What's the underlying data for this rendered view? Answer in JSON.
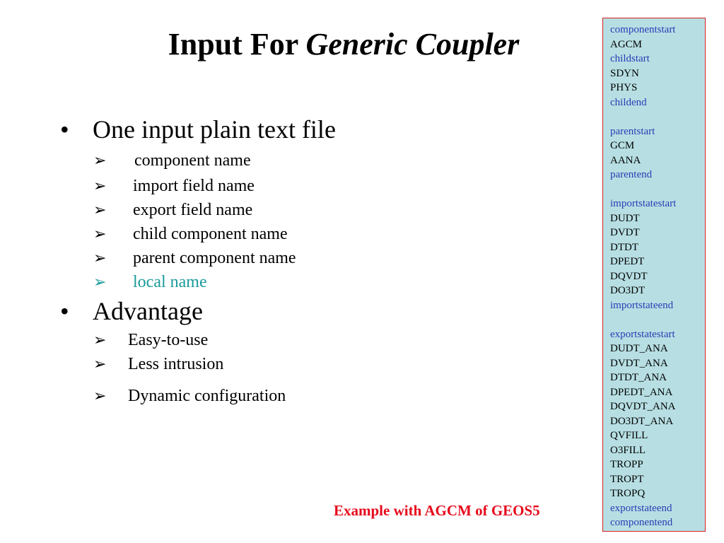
{
  "title": {
    "normal": "Input For ",
    "italic": "Generic Coupler"
  },
  "bullets": [
    {
      "text": "One input plain text file",
      "items": [
        "component name",
        "import field name",
        "export field name",
        "child component name",
        "parent component name",
        "local name"
      ]
    },
    {
      "text": "Advantage",
      "items": [
        "Easy-to-use",
        "Less intrusion",
        "Dynamic configuration"
      ]
    }
  ],
  "bullet_glyph": "•",
  "arrow_glyph": "➢",
  "accent_color": "#1b9a9b",
  "example_caption": "Example with AGCM of GEOS5",
  "config_file": {
    "lines": [
      "componentstart",
      "AGCM",
      "childstart",
      "SDYN",
      "PHYS",
      "childend",
      "",
      "parentstart",
      "GCM",
      "AANA",
      "parentend",
      "",
      "importstatestart",
      "DUDT",
      "DVDT",
      "DTDT",
      "DPEDT",
      "DQVDT",
      "DO3DT",
      "importstateend",
      "",
      "exportstatestart",
      "DUDT_ANA",
      "DVDT_ANA",
      "DTDT_ANA",
      "DPEDT_ANA",
      "DQVDT_ANA",
      "DO3DT_ANA",
      "QVFILL",
      "O3FILL",
      "TROPP",
      "TROPT",
      "TROPQ",
      "exportstateend",
      "componentend"
    ]
  }
}
